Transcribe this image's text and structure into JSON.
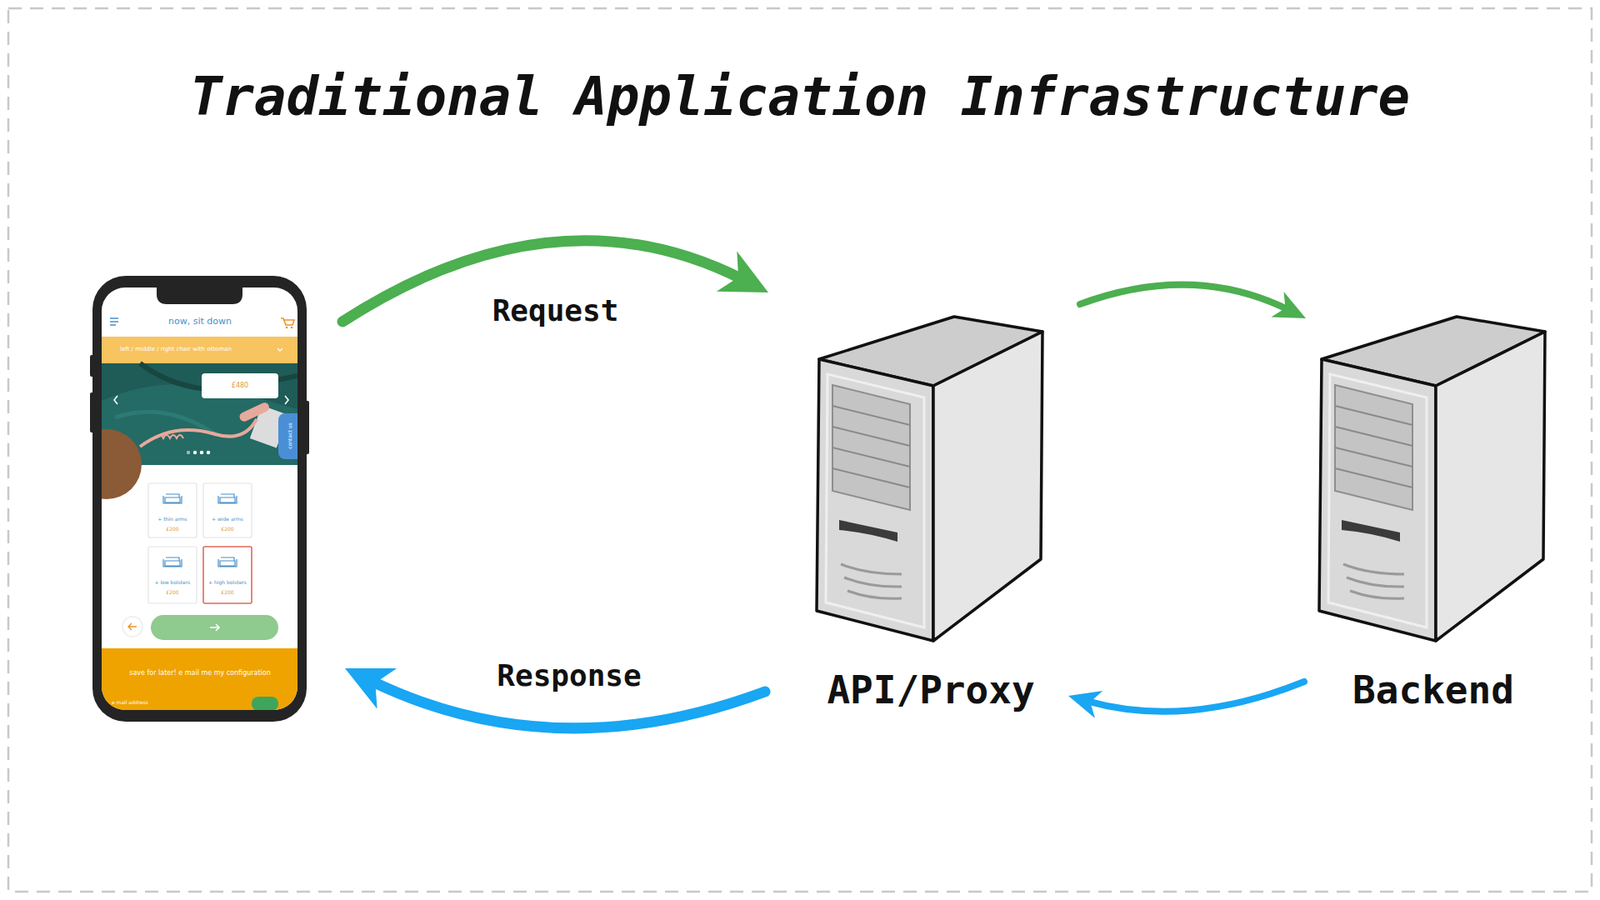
{
  "diagram": {
    "title": "Traditional Application Infrastructure",
    "nodes": [
      {
        "text": [
          "now, sit down",
          "left / middle / right chair with ottoman",
          "£480",
          "contact us",
          "+ thin arms",
          "£200",
          "+ wide arms",
          "£200",
          "+ low bolsters",
          "£200",
          "+ high bolsters",
          "£200",
          "save for later! e mail me my configuration",
          "e mail address"
        ]
      },
      {
        "text": [
          "API/Proxy"
        ]
      },
      {
        "text": [
          "Backend"
        ]
      }
    ],
    "edges": [
      {
        "from": 0,
        "to": 1,
        "arrow": "to",
        "label": "Request"
      },
      {
        "from": 1,
        "to": 2,
        "arrow": "to"
      },
      {
        "from": 2,
        "to": 1,
        "arrow": "to"
      },
      {
        "from": 1,
        "to": 0,
        "arrow": "to",
        "label": "Response"
      }
    ]
  }
}
